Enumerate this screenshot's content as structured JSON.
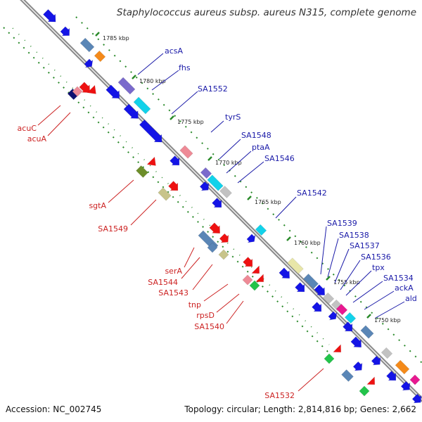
{
  "map": {
    "title": "Staphylococcus aureus subsp. aureus N315, complete genome",
    "accession_text": "Accession: NC_002745",
    "summary_text": "Topology: circular; Length: 2,814,816 bp; Genes: 2,662",
    "colors": {
      "backbone": "#8c8c8c",
      "ruler_tick": "#2a8a2a",
      "forward_label": "#1a1aa8",
      "reverse_label": "#cc2222",
      "blue_gene": "#1414e6",
      "red_gene": "#ee1111",
      "steel_blue": "#5a86b6",
      "purple": "#7a6acc",
      "cyan": "#12d2ea",
      "pink": "#ee8a96",
      "khaki": "#c8c48a",
      "olive": "#6d8e2a",
      "grey": "#c2c2c2",
      "orange": "#f48a1a",
      "magenta": "#e81890",
      "green": "#22c44a",
      "navy": "#101070",
      "light_yellow": "#e8e6a8"
    },
    "kbp_ticks": [
      {
        "label": "1785 kbp",
        "kbp": 1785
      },
      {
        "label": "1780 kbp",
        "kbp": 1780
      },
      {
        "label": "1775 kbp",
        "kbp": 1775
      },
      {
        "label": "1770 kbp",
        "kbp": 1770
      },
      {
        "label": "1765 kbp",
        "kbp": 1765
      },
      {
        "label": "1760 kbp",
        "kbp": 1760
      },
      {
        "label": "1755 kbp",
        "kbp": 1755
      },
      {
        "label": "1750 kbp",
        "kbp": 1750
      }
    ],
    "forward_labels": [
      "acsA",
      "fhs",
      "SA1552",
      "tyrS",
      "SA1548",
      "ptaA",
      "SA1546",
      "SA1542",
      "SA1539",
      "SA1538",
      "SA1537",
      "SA1536",
      "tpx",
      "SA1534",
      "ackA",
      "ald"
    ],
    "reverse_labels": [
      "acuC",
      "acuA",
      "sgtA",
      "SA1549",
      "serA",
      "SA1544",
      "SA1543",
      "tnp",
      "rpsD",
      "SA1540",
      "SA1532"
    ]
  }
}
